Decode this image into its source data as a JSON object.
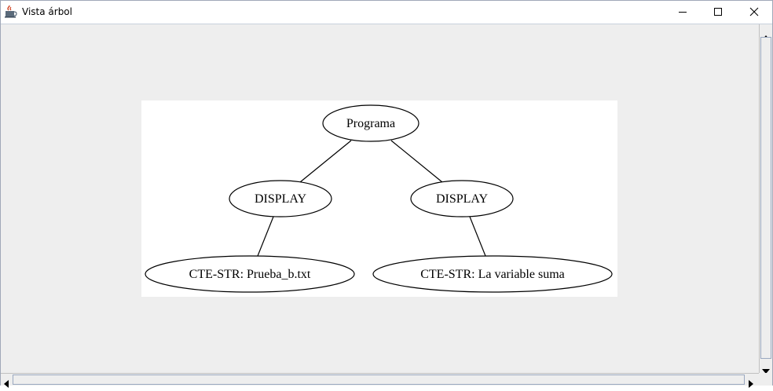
{
  "window": {
    "title": "Vista árbol",
    "app_icon": "java-cup-icon",
    "controls": [
      "minimize-icon",
      "maximize-icon",
      "close-icon"
    ]
  },
  "tree": {
    "root": "Programa",
    "children": [
      {
        "label": "DISPLAY",
        "child": "CTE-STR: Prueba_b.txt"
      },
      {
        "label": "DISPLAY",
        "child": "CTE-STR: La variable suma"
      }
    ]
  },
  "colors": {
    "window_bg": "#eeeeee",
    "graph_bg": "#ffffff",
    "stroke": "#000000"
  }
}
